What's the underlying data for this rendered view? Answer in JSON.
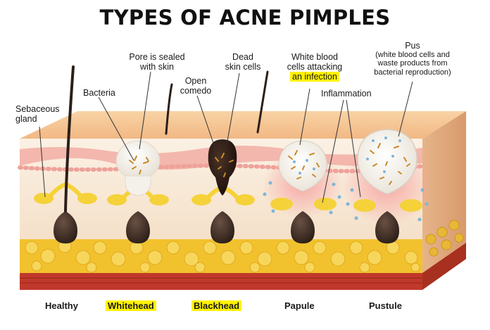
{
  "title": "TYPES OF ACNE PIMPLES",
  "labels": {
    "pore_sealed": [
      "Pore is sealed",
      "with skin"
    ],
    "dead_cells": [
      "Dead",
      "skin cells"
    ],
    "white_blood": [
      "White blood",
      "cells attacking",
      "an infection"
    ],
    "pus": [
      "Pus",
      "(white blood cells and",
      "waste products from",
      "bacterial reproduction)"
    ],
    "bacteria": "Bacteria",
    "open_comedo": [
      "Open",
      "comedo"
    ],
    "inflammation": "Inflammation",
    "sebaceous": [
      "Sebaceous",
      "gland"
    ]
  },
  "stages": [
    {
      "label": "Healthy",
      "highlighted": false
    },
    {
      "label": "Whitehead",
      "highlighted": true
    },
    {
      "label": "Blackhead",
      "highlighted": true
    },
    {
      "label": "Papule",
      "highlighted": false
    },
    {
      "label": "Pustule",
      "highlighted": false
    }
  ],
  "colors": {
    "highlight": "#fff200",
    "skin_top": "#f6c38f",
    "epidermis": "#f3b7ad",
    "dermis": "#f8ead8",
    "fat": "#f2c22e",
    "muscle": "#c0392b",
    "follicle": "#3d2b22",
    "sebum": "#f5d23a",
    "pus": "#f4f1ea"
  }
}
